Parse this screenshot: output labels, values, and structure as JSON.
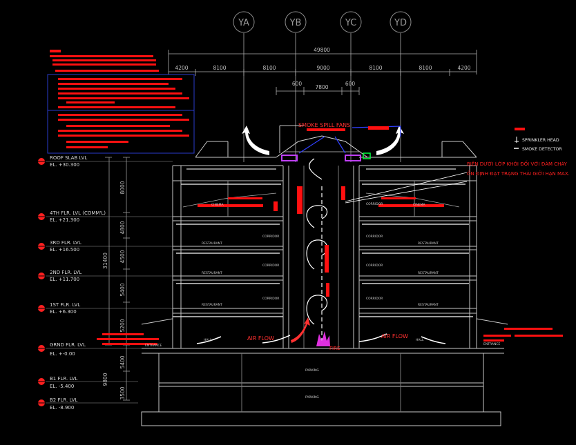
{
  "grid_lines": [
    "YA",
    "YB",
    "YC",
    "YD"
  ],
  "dimensions": {
    "overall": "49800",
    "bays": [
      "4200",
      "8100",
      "8100",
      "9000",
      "8100",
      "8100",
      "4200"
    ],
    "atrium": [
      "600",
      "7800",
      "600"
    ],
    "floor_heights": [
      "8000",
      "4800",
      "4500",
      "5400",
      "5200"
    ],
    "total_height": "31400",
    "basement_heights": [
      "5400",
      "3500"
    ],
    "extra": "9800"
  },
  "levels": [
    {
      "name": "ROOF SLAB LVL",
      "elev": "EL. +30.300"
    },
    {
      "name": "4TH FLR. LVL (COMM'L)",
      "elev": "EL. +21.300"
    },
    {
      "name": "3RD FLR. LVL",
      "elev": "EL. +16.500"
    },
    {
      "name": "2ND FLR. LVL",
      "elev": "EL. +11.700"
    },
    {
      "name": "1ST FLR. LVL",
      "elev": "EL. +6.300"
    },
    {
      "name": "GRND FLR. LVL",
      "elev": "EL. +-0.00"
    },
    {
      "name": "B1 FLR. LVL",
      "elev": "EL. -5.400"
    },
    {
      "name": "B2 FLR. LVL",
      "elev": "EL. -8.900"
    }
  ],
  "legend": {
    "sprinkler": "SPRINKLER HEAD",
    "smoke_detector": "SMOKE DETECTOR"
  },
  "annotations": {
    "smoke_fans": "SMOKE SPILL FANS",
    "smoke_layer_line1": "BIÊN DƯỚI LỚP KHÓI ĐỐI VỚI ĐÁM CHÁY",
    "smoke_layer_line2": "ỔN ĐỊNH ĐẠT TRẠNG THÁI GIỚI HẠN MAX.",
    "air_flow": "AIR FLOW",
    "fire": "FIRE",
    "parking": "PARKING",
    "entrance": "ENTRANCE",
    "hall": "HALL",
    "cinema": "CINEMA",
    "restaurant": "RESTAURANT",
    "corridor": "CORRIDOR"
  },
  "colors": {
    "background": "#000000",
    "linework": "#c8c8c8",
    "notes": "#ff0000",
    "fans": "#c040ff",
    "detail_box": "#2a3ccc",
    "duct": "#3040ff",
    "accent_green": "#00ff40"
  }
}
